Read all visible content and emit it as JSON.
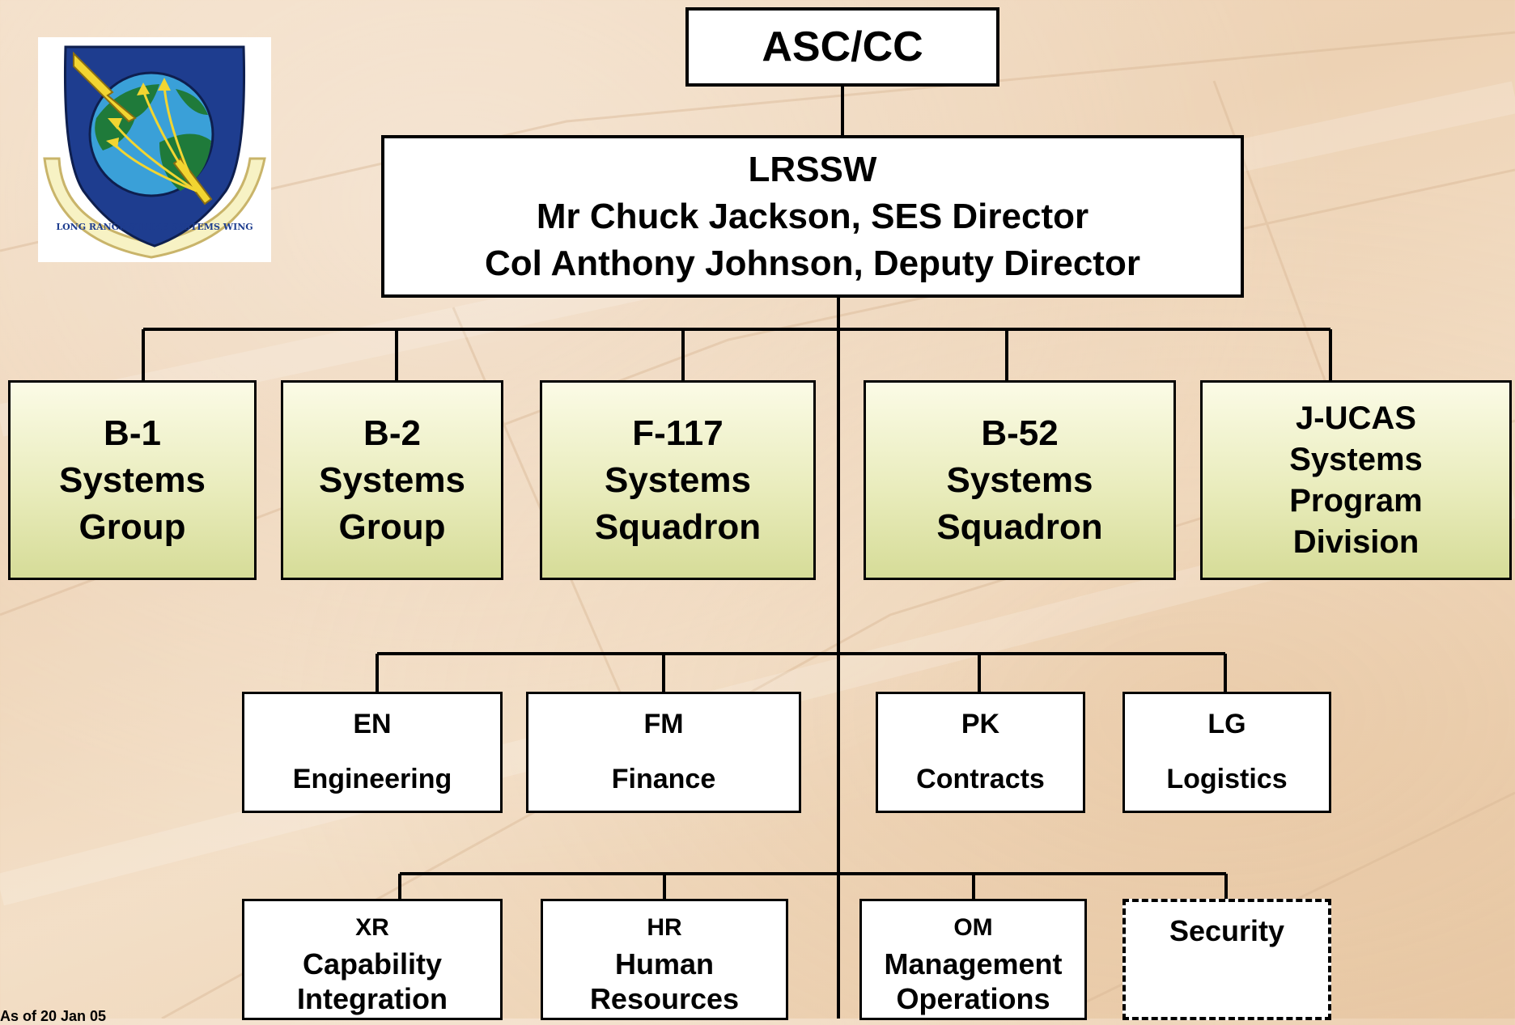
{
  "org_chart": {
    "top": "ASC/CC",
    "director": {
      "name": "LRSSW",
      "line1": "Mr Chuck Jackson, SES Director",
      "line2": "Col Anthony Johnson, Deputy Director"
    },
    "groups": [
      {
        "line1": "B-1",
        "line2": "Systems",
        "line3": "Group",
        "line4": ""
      },
      {
        "line1": "B-2",
        "line2": "Systems",
        "line3": "Group",
        "line4": ""
      },
      {
        "line1": "F-117",
        "line2": "Systems",
        "line3": "Squadron",
        "line4": ""
      },
      {
        "line1": "B-52",
        "line2": "Systems",
        "line3": "Squadron",
        "line4": ""
      },
      {
        "line1": "J-UCAS",
        "line2": "Systems",
        "line3": "Program",
        "line4": "Division"
      }
    ],
    "staff_row1": [
      {
        "code": "EN",
        "name": "Engineering"
      },
      {
        "code": "FM",
        "name": "Finance"
      },
      {
        "code": "PK",
        "name": "Contracts"
      },
      {
        "code": "LG",
        "name": "Logistics"
      }
    ],
    "staff_row2": [
      {
        "code": "XR",
        "line1": "Capability",
        "line2": "Integration"
      },
      {
        "code": "HR",
        "line1": "Human",
        "line2": "Resources"
      },
      {
        "code": "OM",
        "line1": "Management",
        "line2": "Operations"
      },
      {
        "code": "",
        "line1": "Security",
        "line2": ""
      }
    ]
  },
  "logo": {
    "text": "LONG RANGE STRIKE SYSTEMS WING",
    "colors": {
      "shield": "#1e3d8f",
      "globe_land": "#1f7a3a",
      "globe_sea": "#3aa0d8",
      "bolt": "#f2d531",
      "ribbon": "#f7f2c4"
    }
  },
  "footer": {
    "text": "As of 20 Jan 05"
  },
  "colors": {
    "group_fill_top": "#fbfbe6",
    "group_fill_bottom": "#d6dc98",
    "background": "#f2dcc3"
  }
}
